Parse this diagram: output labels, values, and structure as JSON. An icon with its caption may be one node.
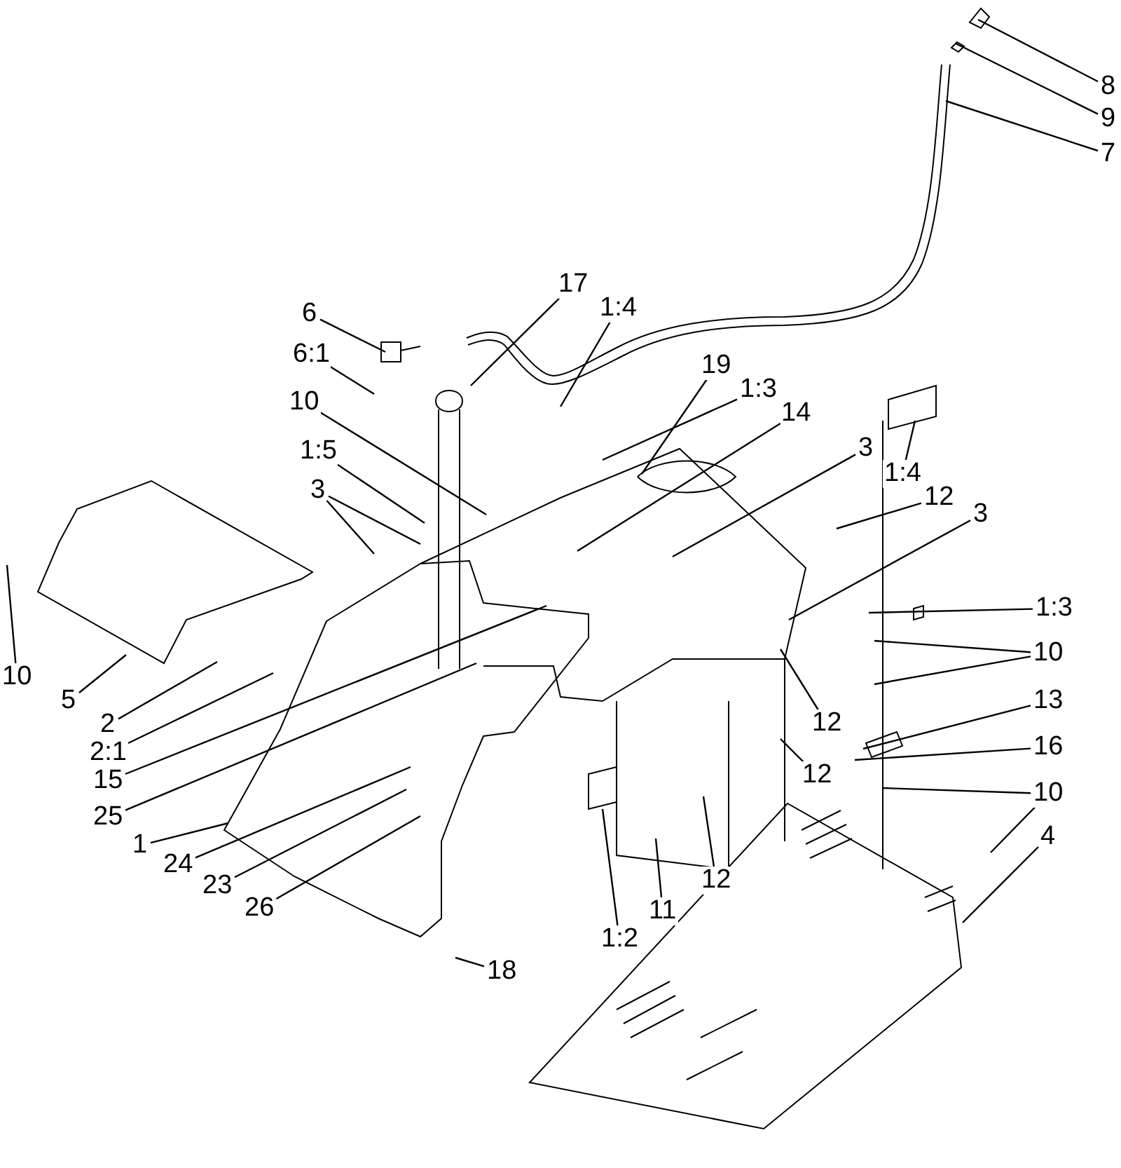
{
  "diagram": {
    "nodes": [
      {
        "text": [
          "8"
        ]
      },
      {
        "text": [
          "9"
        ]
      },
      {
        "text": [
          "7"
        ]
      },
      {
        "text": [
          "17"
        ]
      },
      {
        "text": [
          "1:4"
        ]
      },
      {
        "text": [
          "6"
        ]
      },
      {
        "text": [
          "19"
        ]
      },
      {
        "text": [
          "1:3"
        ]
      },
      {
        "text": [
          "6:1"
        ]
      },
      {
        "text": [
          "10"
        ]
      },
      {
        "text": [
          "14"
        ]
      },
      {
        "text": [
          "3"
        ]
      },
      {
        "text": [
          "1:4"
        ]
      },
      {
        "text": [
          "1:5"
        ]
      },
      {
        "text": [
          "12"
        ]
      },
      {
        "text": [
          "3"
        ]
      },
      {
        "text": [
          "3"
        ]
      },
      {
        "text": [
          "1:3"
        ]
      },
      {
        "text": [
          "10"
        ]
      },
      {
        "text": [
          "12"
        ]
      },
      {
        "text": [
          "10"
        ]
      },
      {
        "text": [
          "5"
        ]
      },
      {
        "text": [
          "13"
        ]
      },
      {
        "text": [
          "2"
        ]
      },
      {
        "text": [
          "12"
        ]
      },
      {
        "text": [
          "16"
        ]
      },
      {
        "text": [
          "2:1"
        ]
      },
      {
        "text": [
          "10"
        ]
      },
      {
        "text": [
          "15"
        ]
      },
      {
        "text": [
          "25"
        ]
      },
      {
        "text": [
          "4"
        ]
      },
      {
        "text": [
          "1"
        ]
      },
      {
        "text": [
          "11"
        ]
      },
      {
        "text": [
          "24"
        ]
      },
      {
        "text": [
          "12"
        ]
      },
      {
        "text": [
          "23"
        ]
      },
      {
        "text": [
          "1:2"
        ]
      },
      {
        "text": [
          "26"
        ]
      },
      {
        "text": [
          "18"
        ]
      }
    ],
    "edges": [
      {
        "from": 0,
        "to": null,
        "arrow": "none"
      },
      {
        "from": 1,
        "to": null,
        "arrow": "none"
      },
      {
        "from": 2,
        "to": null,
        "arrow": "none"
      },
      {
        "from": 3,
        "to": null,
        "arrow": "none"
      },
      {
        "from": 4,
        "to": null,
        "arrow": "none"
      },
      {
        "from": 5,
        "to": null,
        "arrow": "none"
      },
      {
        "from": 6,
        "to": null,
        "arrow": "none"
      },
      {
        "from": 7,
        "to": null,
        "arrow": "none"
      },
      {
        "from": 8,
        "to": null,
        "arrow": "none"
      },
      {
        "from": 9,
        "to": null,
        "arrow": "none"
      },
      {
        "from": 10,
        "to": null,
        "arrow": "none"
      },
      {
        "from": 11,
        "to": null,
        "arrow": "none"
      },
      {
        "from": 12,
        "to": null,
        "arrow": "none"
      },
      {
        "from": 13,
        "to": null,
        "arrow": "none"
      },
      {
        "from": 14,
        "to": null,
        "arrow": "none"
      },
      {
        "from": 15,
        "to": null,
        "arrow": "none"
      },
      {
        "from": 15,
        "to": null,
        "arrow": "none"
      },
      {
        "from": 16,
        "to": null,
        "arrow": "none"
      },
      {
        "from": 17,
        "to": null,
        "arrow": "none"
      },
      {
        "from": 18,
        "to": null,
        "arrow": "none"
      },
      {
        "from": 18,
        "to": null,
        "arrow": "none"
      },
      {
        "from": 19,
        "to": null,
        "arrow": "none"
      },
      {
        "from": 20,
        "to": null,
        "arrow": "none"
      },
      {
        "from": 21,
        "to": null,
        "arrow": "none"
      },
      {
        "from": 22,
        "to": null,
        "arrow": "none"
      },
      {
        "from": 23,
        "to": null,
        "arrow": "none"
      },
      {
        "from": 24,
        "to": null,
        "arrow": "none"
      },
      {
        "from": 25,
        "to": null,
        "arrow": "none"
      },
      {
        "from": 26,
        "to": null,
        "arrow": "none"
      },
      {
        "from": 27,
        "to": null,
        "arrow": "none"
      },
      {
        "from": 27,
        "to": null,
        "arrow": "none"
      },
      {
        "from": 28,
        "to": null,
        "arrow": "none"
      },
      {
        "from": 29,
        "to": null,
        "arrow": "none"
      },
      {
        "from": 30,
        "to": null,
        "arrow": "none"
      },
      {
        "from": 31,
        "to": null,
        "arrow": "none"
      },
      {
        "from": 32,
        "to": null,
        "arrow": "none"
      },
      {
        "from": 33,
        "to": null,
        "arrow": "none"
      },
      {
        "from": 34,
        "to": null,
        "arrow": "none"
      },
      {
        "from": 35,
        "to": null,
        "arrow": "none"
      },
      {
        "from": 36,
        "to": null,
        "arrow": "none"
      },
      {
        "from": 37,
        "to": null,
        "arrow": "none"
      },
      {
        "from": 38,
        "to": null,
        "arrow": "none"
      }
    ]
  }
}
